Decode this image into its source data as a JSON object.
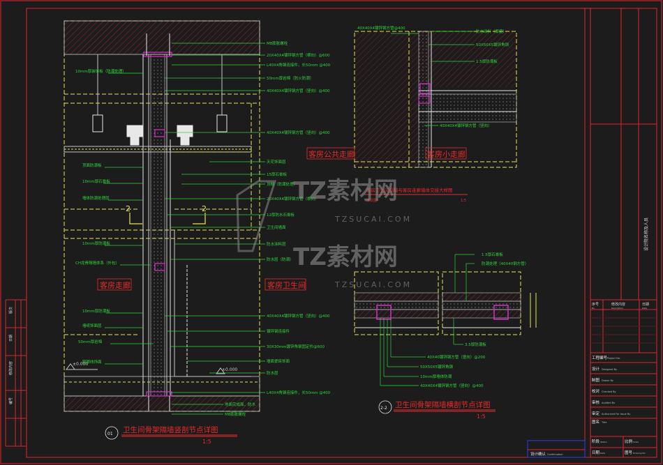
{
  "colors": {
    "background": "#1c1c1c",
    "frame": "#e0242d",
    "structure": "#e8e8e8",
    "leader": "#2fd43a",
    "yellow": "#e7e35a",
    "hatch": "#9e2630",
    "magenta": "#d530c8",
    "title": "#e82b2b",
    "cyan": "#3ad9d9",
    "blue": "#2b3cf0"
  },
  "watermark": {
    "text": "TZ素材网",
    "url": "TZSUCAI.COM"
  },
  "rooms": {
    "corridor": "客房走廊",
    "bathroom": "客房卫生间",
    "public_corridor": "客房公共走廊",
    "small_corridor": "客房小走廊"
  },
  "left_labels": {
    "l1": "10mm厚装饰板（防潮处理）",
    "l2": "顶面防潮板",
    "l3": "10mm厚石膏板",
    "l4": "墙体防潮处理层",
    "l5": "10mm厚防潮板",
    "l6": "CH龙骨隔墙体系（外包）",
    "l7": "10mm厚防潮板",
    "l8": "墙纸饰面层",
    "l9": "50mm厚岩棉",
    "l10": "踢脚线饰面"
  },
  "right_labels": {
    "r1": "M8膨胀螺栓",
    "r2": "20X40X4镀锌钢方管（横向）@600",
    "r3": "L40X4角钢连接件，长50mm @400",
    "r4": "50mm厚岩棉（防火防潮）",
    "r5": "40X40X4镀锌钢方管（竖向）@400",
    "r6": "40X40X4镀锌钢方管（竖向）@400",
    "r7": "天花饰面层",
    "r8": "15厚石膏板",
    "r9": "顶棚（防潮处理）",
    "r10": "20X40X4镀锌钢方管（横向）",
    "r11": "12厚防水石膏板",
    "r12": "卫生间墙面",
    "r13": "防水涂料层",
    "r14": "防水层（防潮）",
    "r15": "40X40X4镀锌钢方管（竖向）@400",
    "r16": "镀锌钢连接件",
    "r17": "30X30mm镀锌角钢固定件@600",
    "r18": "墙面瓷砖饰面",
    "r19": "防水层",
    "r20": "L40X4角钢连接件，长50mm @400",
    "r21": "地面完成面，防水",
    "r22": "M8膨胀螺栓"
  },
  "right_top_labels": {
    "t1": "40X40X4镀锌钢方管@400",
    "t2": "防水涂料（厚度）",
    "t3": "50X50X5镀锌角钢",
    "t4": "1.5厚防潮板",
    "t5": "40X40X4镀锌钢方管（竖向）",
    "sub_title": "客房卫生间隔墙与客房走廊墙体交接大样图",
    "sub_scale": "1:5",
    "sub_code": "接驳图"
  },
  "right_bottom_labels": {
    "b1": "1.5厚石膏板",
    "b2": "防潮处理（40X40钢方管）",
    "b3": "3.5厚防潮板",
    "b4": "40X40镀锌钢方管（竖向）@200",
    "b5": "50X50X5镀锌角钢",
    "b6": "10mm厚墙体防潮",
    "b7": "40X40X4镀锌钢方管（竖向）@400"
  },
  "section_markers": {
    "left": "2",
    "right": "2"
  },
  "level_mark": "±0.000",
  "detail_left": {
    "code": "01",
    "title": "卫生间骨架隔墙竖剖节点详图",
    "scale": "1:5"
  },
  "detail_right": {
    "code": "2-2",
    "title": "卫生间骨架隔墙横剖节点详图",
    "scale": "1:5"
  },
  "title_block": {
    "vertical_text": "设计院名称及人员",
    "header": {
      "no": "序号",
      "no_en": "No.",
      "content": "修改内容",
      "content_en": "Description",
      "date": "日期",
      "date_en": "Date"
    },
    "rows": [
      {
        "cn": "工程编号",
        "en": "Project No."
      },
      {
        "cn": "设计",
        "en": "Designed By"
      },
      {
        "cn": "制图",
        "en": "Drawn By"
      },
      {
        "cn": "校对",
        "en": "Checked By"
      },
      {
        "cn": "审核",
        "en": "Audited By"
      },
      {
        "cn": "审定",
        "en": "Authorized For Issue By"
      },
      {
        "cn": "图名",
        "en": "Title"
      }
    ],
    "stage": "阶段",
    "stage_en": "Status",
    "scale": "比例",
    "scale_en": "Scale",
    "date": "日期",
    "date_en": "Date",
    "drawing_no": "图号",
    "drawing_no_en": "Drawing No.",
    "confirm": "设计确认",
    "confirm_en": "Confirmation"
  },
  "left_strip": [
    "版次",
    "日期",
    "修改内容",
    "编号"
  ]
}
